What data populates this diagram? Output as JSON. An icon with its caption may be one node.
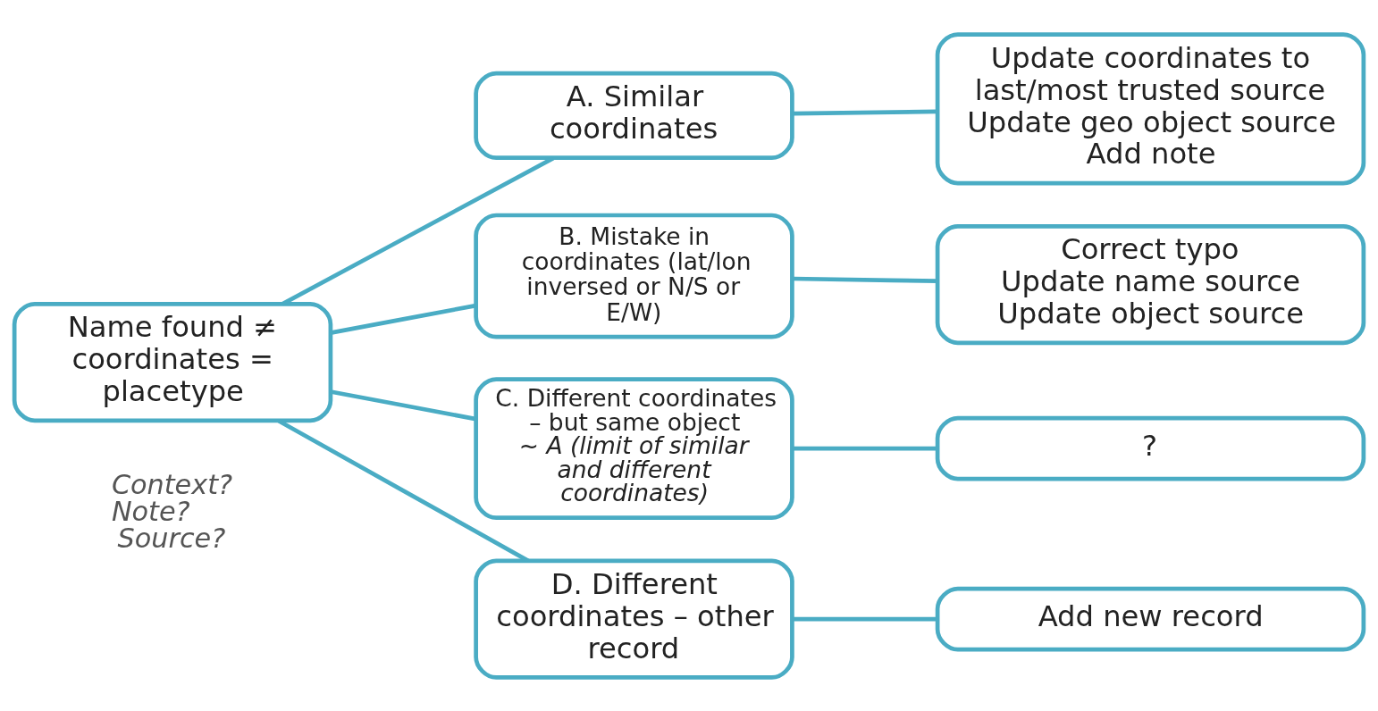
{
  "diagram": {
    "nodes": [
      {
        "text": [
          "Name found ≠ coordinates = placetype"
        ]
      },
      {
        "text": [
          "A. Similar coordinates"
        ]
      },
      {
        "text": [
          "Update coordinates to last/most trusted source",
          "Update geo object source",
          "Add note"
        ]
      },
      {
        "text": [
          "B. Mistake in coordinates (lat/lon inversed or N/S or E/W)"
        ]
      },
      {
        "text": [
          "Correct typo",
          "Update name source",
          "Update object source"
        ]
      },
      {
        "text": [
          "C. Different coordinates – but same object",
          "~ A (limit of similar and different coordinates)"
        ]
      },
      {
        "text": [
          "?"
        ]
      },
      {
        "text": [
          "D. Different coordinates – other record"
        ]
      },
      {
        "text": [
          "Add new record"
        ]
      }
    ],
    "edges": [
      {
        "from": 0,
        "to": 1,
        "arrow": "none"
      },
      {
        "from": 0,
        "to": 3,
        "arrow": "none"
      },
      {
        "from": 0,
        "to": 5,
        "arrow": "none"
      },
      {
        "from": 0,
        "to": 7,
        "arrow": "none"
      },
      {
        "from": 1,
        "to": 2,
        "arrow": "none"
      },
      {
        "from": 3,
        "to": 4,
        "arrow": "none"
      },
      {
        "from": 5,
        "to": 6,
        "arrow": "none"
      },
      {
        "from": 7,
        "to": 8,
        "arrow": "none"
      }
    ],
    "labels": [
      "Context?",
      "Note?",
      "Source?"
    ]
  }
}
